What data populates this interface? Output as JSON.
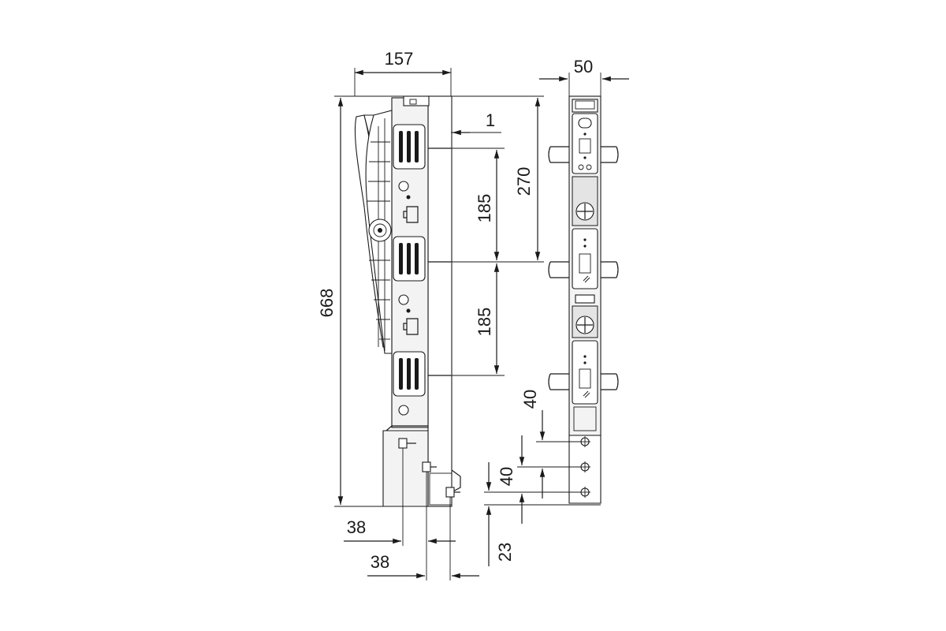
{
  "dimensions": {
    "overall_width": "157",
    "overall_height": "668",
    "offset_small": "1",
    "pitch_total": "270",
    "pitch_upper": "185",
    "pitch_lower": "185",
    "side_width": "50",
    "hole_spacing_1": "40",
    "hole_spacing_2": "40",
    "bottom_offset": "23",
    "bolt_offset_1": "38",
    "bolt_offset_2": "38"
  },
  "colors": {
    "line": "#1a1a1a",
    "fill_light": "#f3f3f3",
    "fill_grey": "#e4e4e4"
  }
}
